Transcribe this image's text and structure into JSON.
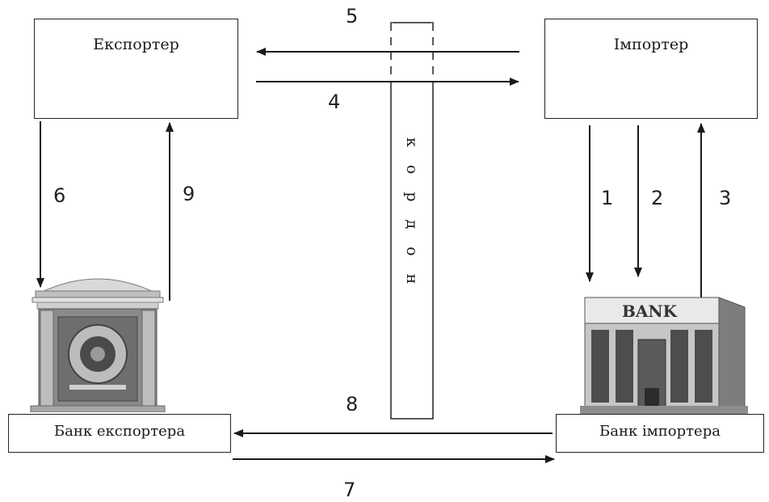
{
  "nodes": {
    "exporter": "Експортер",
    "importer": "Імпортер",
    "exporter_bank": "Банк експортера",
    "importer_bank": "Банк імпортера",
    "border": "кордон",
    "bank_sign": "BANK"
  },
  "flows": {
    "n1": "1",
    "n2": "2",
    "n3": "3",
    "n4": "4",
    "n5": "5",
    "n6": "6",
    "n7": "7",
    "n8": "8",
    "n9": "9"
  }
}
